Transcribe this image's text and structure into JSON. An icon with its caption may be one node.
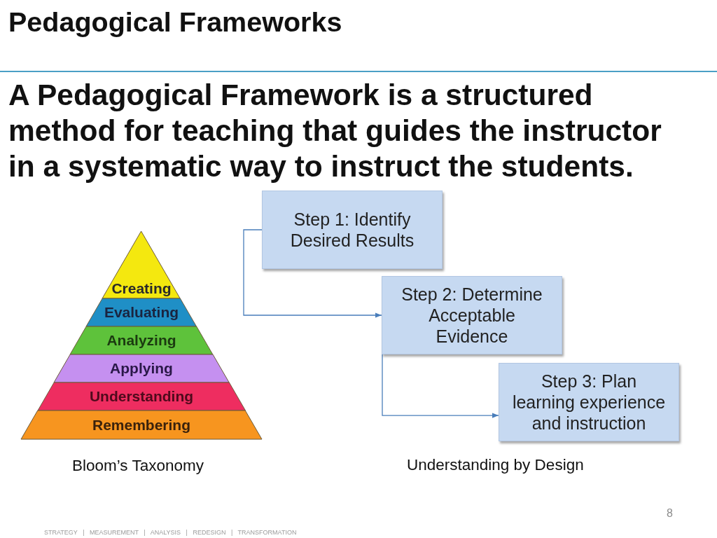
{
  "diagram": {
    "title": "Pedagogical Frameworks",
    "nodes": [
      {
        "text": [
          "Creating"
        ]
      },
      {
        "text": [
          "Evaluating"
        ]
      },
      {
        "text": [
          "Analyzing"
        ]
      },
      {
        "text": [
          "Applying"
        ]
      },
      {
        "text": [
          "Understanding"
        ]
      },
      {
        "text": [
          "Remembering"
        ]
      },
      {
        "text": [
          "Step 1: Identify Desired Results"
        ]
      },
      {
        "text": [
          "Step 2: Determine Acceptable Evidence"
        ]
      },
      {
        "text": [
          "Step 3: Plan learning experience and instruction"
        ]
      }
    ],
    "edges": [
      {
        "from": 6,
        "to": 7,
        "arrow": "to"
      },
      {
        "from": 7,
        "to": 8,
        "arrow": "to"
      }
    ],
    "labels": [
      "A Pedagogical Framework is a structured method for teaching that guides the instructor in a systematic way to instruct the students.",
      "Bloom’s Taxonomy",
      "Understanding by Design",
      "8",
      "STRATEGY | MEASUREMENT | ANALYSIS | REDESIGN | TRANSFORMATION"
    ]
  }
}
